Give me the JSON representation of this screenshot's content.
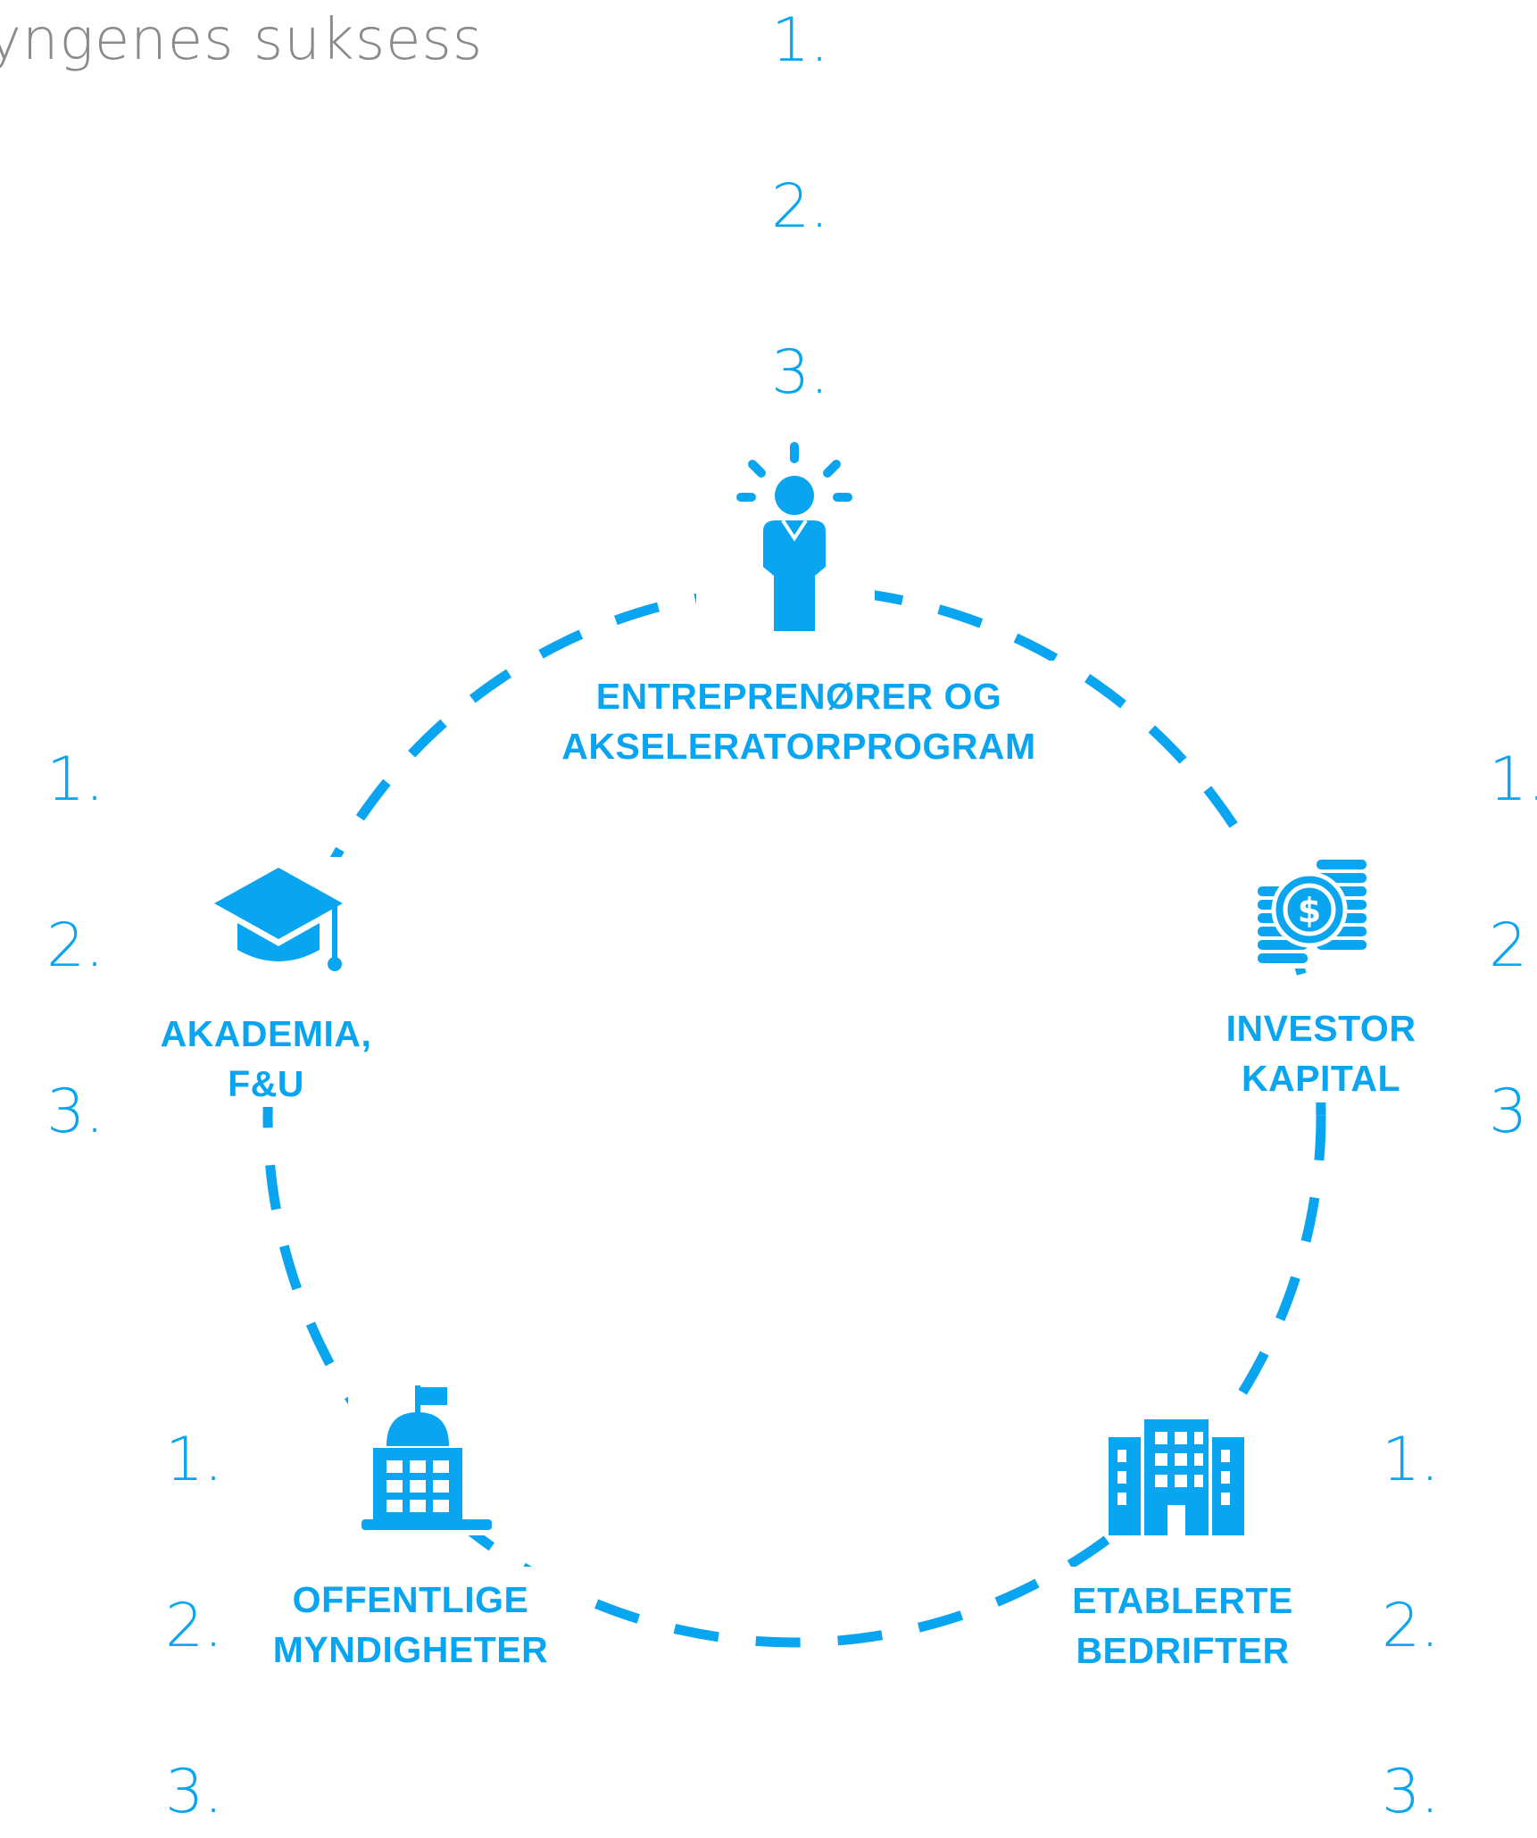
{
  "title": "yngenes suksess",
  "colors": {
    "accent": "#0aa5f0",
    "title": "#8a8a8a",
    "background": "#ffffff"
  },
  "nodes": [
    {
      "id": "entreprenorer",
      "icon": "person-idea-icon",
      "lines": [
        "ENTREPRENØRER OG",
        "AKSELERATORPROGRAM"
      ],
      "points": [
        "1.",
        "2.",
        "3."
      ]
    },
    {
      "id": "investor",
      "icon": "coins-dollar-icon",
      "lines": [
        "INVESTOR",
        "KAPITAL"
      ],
      "points": [
        "1.",
        "2",
        "3"
      ]
    },
    {
      "id": "etablerte",
      "icon": "office-building-icon",
      "lines": [
        "ETABLERTE",
        "BEDRIFTER"
      ],
      "points": [
        "1.",
        "2.",
        "3."
      ]
    },
    {
      "id": "offentlige",
      "icon": "government-building-icon",
      "lines": [
        "OFFENTLIGE",
        "MYNDIGHETER"
      ],
      "points": [
        "1.",
        "2.",
        "3."
      ]
    },
    {
      "id": "akademia",
      "icon": "graduation-cap-icon",
      "lines": [
        "AKADEMIA,",
        "F&U"
      ],
      "points": [
        "1.",
        "2.",
        "3."
      ]
    }
  ]
}
